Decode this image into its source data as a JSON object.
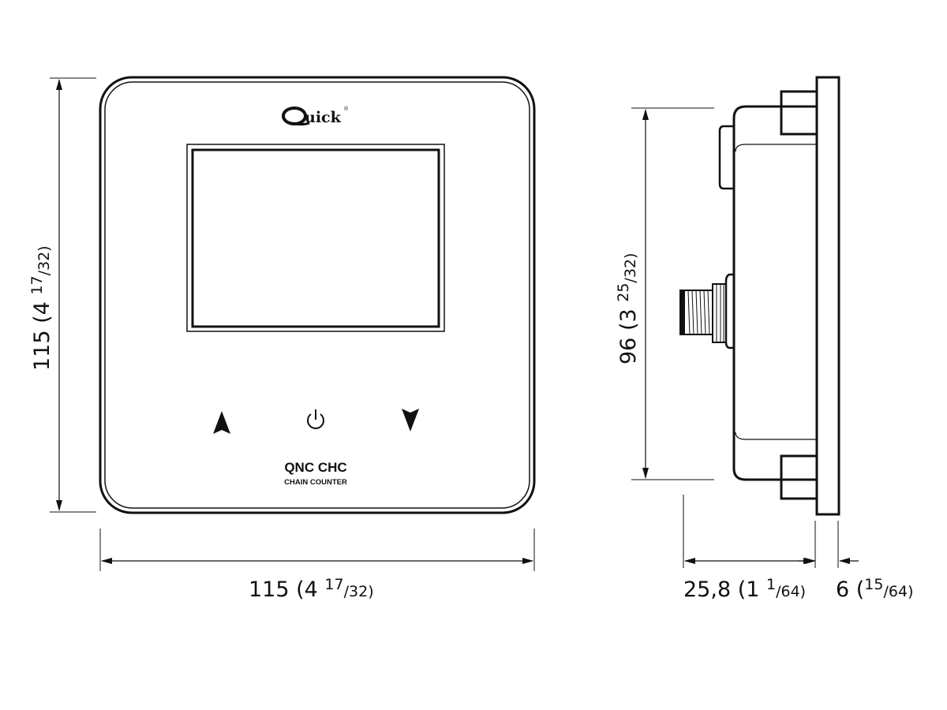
{
  "front": {
    "logo": "Quick",
    "model": "QNC CHC",
    "subtitle": "CHAIN COUNTER",
    "buttons": {
      "up": "up-arrow",
      "power": "power",
      "down": "down-arrow"
    }
  },
  "dimensions": {
    "height": {
      "main": "115 (4 ",
      "frac_num": "17",
      "frac_den": "/32)"
    },
    "width": {
      "main": "115 (4 ",
      "frac_num": "17",
      "frac_den": "/32)"
    },
    "body_height": {
      "main": "96 (3 ",
      "frac_num": "25",
      "frac_den": "/32)"
    },
    "depth": {
      "main": "25,8 (1 ",
      "frac_num": "1",
      "frac_den": "/64)"
    },
    "plate": {
      "main": "6 (",
      "frac_num": "15",
      "frac_den": "/64)"
    }
  },
  "colors": {
    "line": "#111111",
    "background": "#ffffff"
  }
}
